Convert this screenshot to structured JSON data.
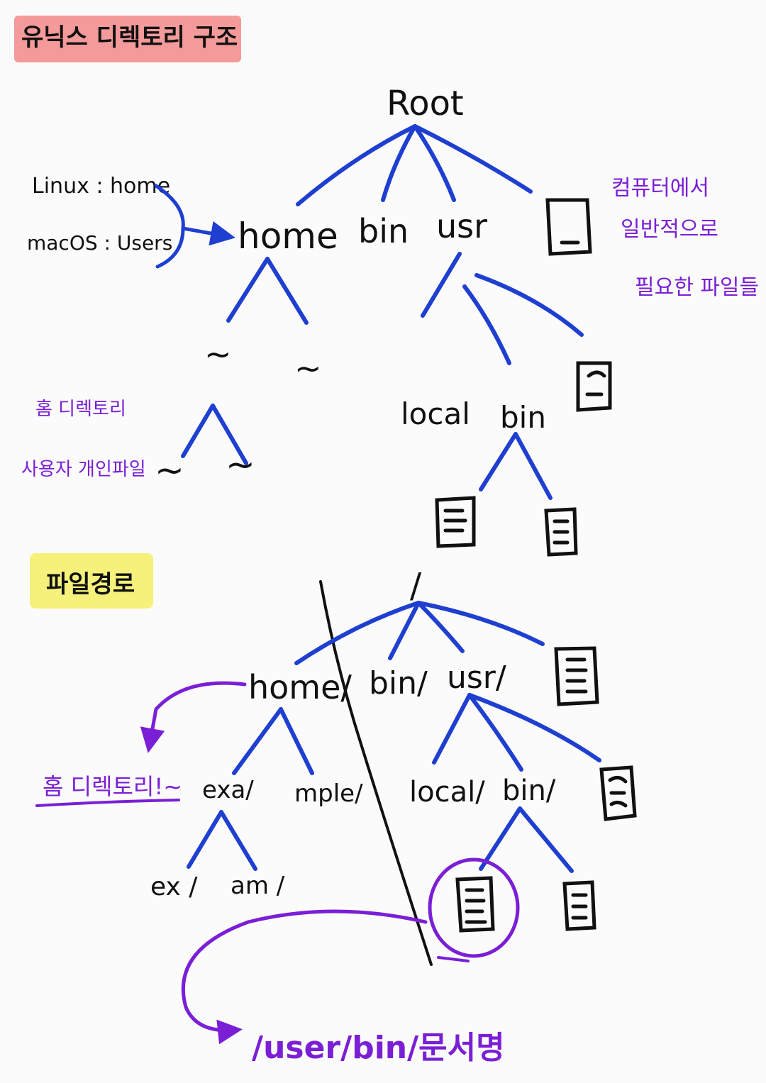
{
  "colors": {
    "tree_line": "#1e3fd0",
    "ink": "#111111",
    "annotation": "#7a1fd6",
    "highlight_pink": "#f59a9a",
    "highlight_yellow": "#f5f17a",
    "divider": "#111111"
  },
  "section1": {
    "title": "유닉스 디렉토리 구조",
    "root_label": "Root",
    "note_linux": "Linux : home",
    "note_macos": "macOS : Users",
    "home": "home",
    "bin": "bin",
    "usr": "usr",
    "usr_local": "local",
    "usr_bin": "bin",
    "home_dir_a": "~",
    "home_dir_b": "~",
    "user_file_a": "~",
    "user_file_b": "~",
    "note_home_dir": "홈 디렉토리",
    "note_user_files": "사용자 개인파일",
    "note_needed_1": "컴퓨터에서",
    "note_needed_2": "일반적으로",
    "note_needed_3": "필요한 파일들"
  },
  "section2": {
    "title": "파일경로",
    "root_label": "/",
    "home": "home/",
    "bin": "bin/",
    "usr": "usr/",
    "usr_local": "local/",
    "usr_bin": "bin/",
    "exa": "exa/",
    "mple": "mple/",
    "ex": "ex /",
    "am": "am /",
    "note_home_dir": "홈 디렉토리!~",
    "path_result": "/user/bin/문서명"
  }
}
